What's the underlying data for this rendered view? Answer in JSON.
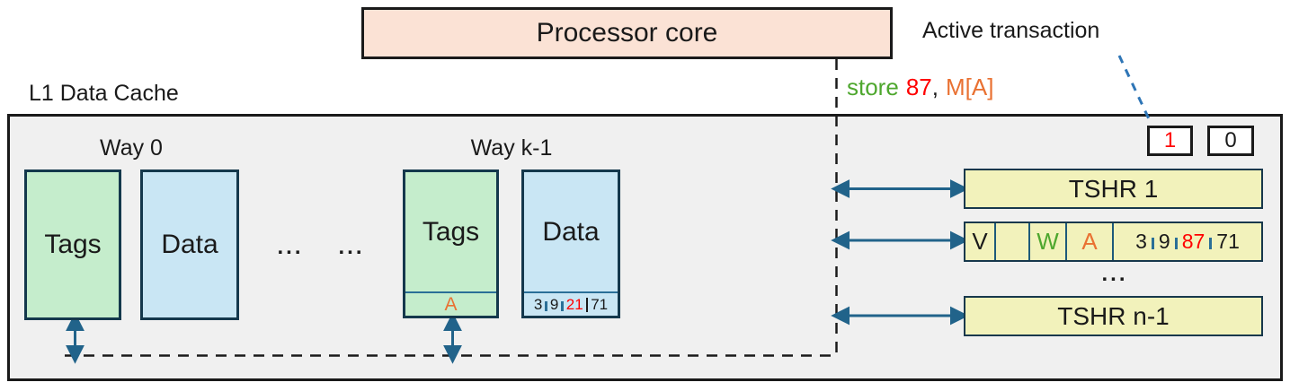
{
  "processor_core": {
    "label": "Processor core"
  },
  "annotations": {
    "active_transaction": "Active transaction",
    "store_instruction": {
      "op": "store",
      "value": "87",
      "comma": ",",
      "address": "M[A]"
    }
  },
  "l1_cache": {
    "title": "L1 Data Cache",
    "ways": [
      {
        "label": "Way 0",
        "tags_label": "Tags",
        "data_label": "Data"
      },
      {
        "label": "Way k-1",
        "tags_label": "Tags",
        "tag_entry": "A",
        "data_label": "Data",
        "data_values": [
          "3",
          "9",
          "21",
          "71"
        ],
        "highlighted_value": "21"
      }
    ],
    "way_dots": [
      "...",
      "..."
    ]
  },
  "transaction_flags": [
    {
      "value": "1",
      "color": "#ff0000"
    },
    {
      "value": "0",
      "color": "#1a1a1a"
    }
  ],
  "tshr": {
    "entries": [
      {
        "label": "TSHR 1"
      },
      {
        "label": "TSHR n-1"
      }
    ],
    "register": {
      "valid": "V",
      "empty": "",
      "write": "W",
      "address": "A",
      "words": [
        "3",
        "9",
        "87",
        "71"
      ],
      "highlighted_word": "87"
    },
    "ellipsis": "..."
  },
  "colors": {
    "core_fill": "#fbe2d5",
    "cache_bg": "#f0f0f0",
    "tags_fill": "#c5edcc",
    "data_fill": "#c9e6f4",
    "tshr_fill": "#f2f2bb",
    "box_border": "#14384c",
    "arrow_blue": "#21638a",
    "pointer_blue": "#2e75b6",
    "green_text": "#4ea72e",
    "orange_text": "#e97132",
    "red_text": "#ff0000"
  }
}
